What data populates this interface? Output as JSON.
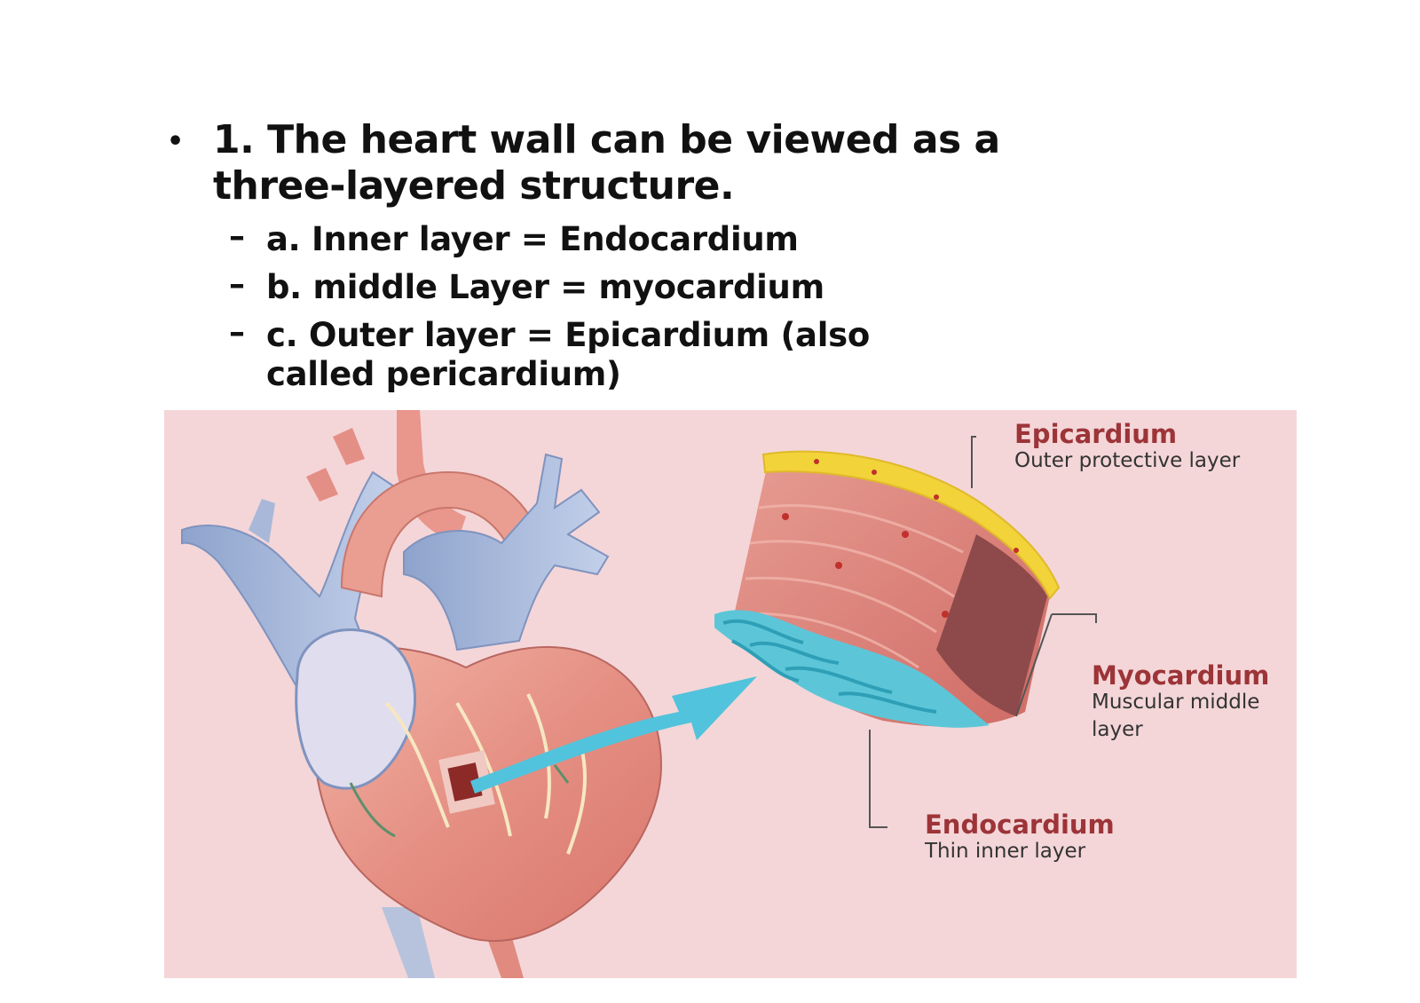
{
  "slide": {
    "main_bullet": "1. The heart wall can be viewed as a three-layered structure.",
    "sub_bullets": [
      "a. Inner layer = Endocardium",
      "b. middle Layer = myocardium",
      "c. Outer layer = Epicardium (also called pericardium)"
    ]
  },
  "figure": {
    "labels": {
      "epicardium": {
        "title": "Epicardium",
        "desc": "Outer protective layer"
      },
      "myocardium": {
        "title": "Myocardium",
        "desc": "Muscular middle layer"
      },
      "endocardium": {
        "title": "Endocardium",
        "desc": "Thin inner layer"
      }
    },
    "colors": {
      "background": "#f4d6d8",
      "label_title": "#9c3438",
      "epicardium": "#f2d33a",
      "myocardium": "#e07f77",
      "endocardium": "#5cc6d8",
      "arrow": "#52c3dc",
      "vein": "#9fb2d6"
    }
  }
}
